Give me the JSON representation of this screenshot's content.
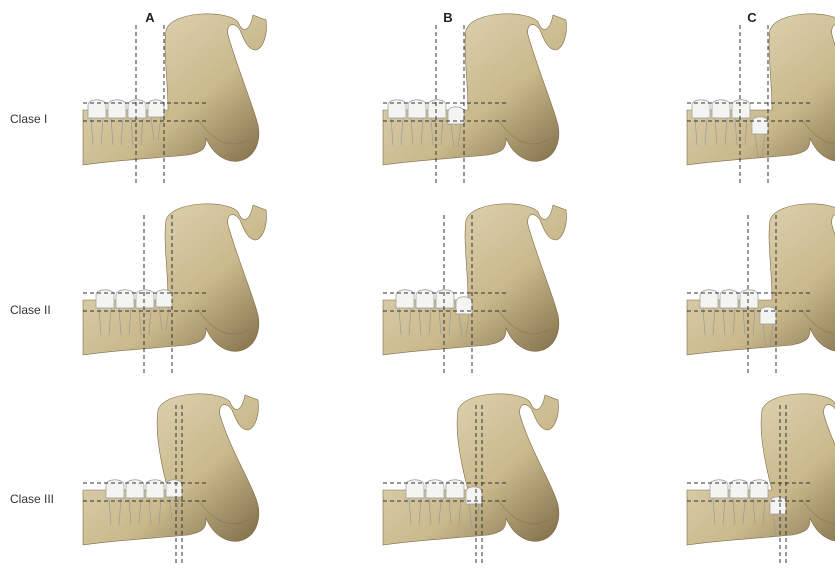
{
  "columns": [
    {
      "label": "A"
    },
    {
      "label": "B"
    },
    {
      "label": "C"
    }
  ],
  "rows": [
    {
      "label": "Clase I"
    },
    {
      "label": "Clase II"
    },
    {
      "label": "Clase III"
    }
  ],
  "colors": {
    "bone_light": "#e6dcc0",
    "bone_mid": "#c9b98c",
    "bone_dark": "#7d6a45",
    "tooth": "#f4f4f2",
    "tooth_edge": "#9a9a98",
    "guide_line": "#333333"
  },
  "tooth_position": {
    "A": "erupted in arch",
    "B": "partially covered",
    "C": "below occlusal plane"
  }
}
